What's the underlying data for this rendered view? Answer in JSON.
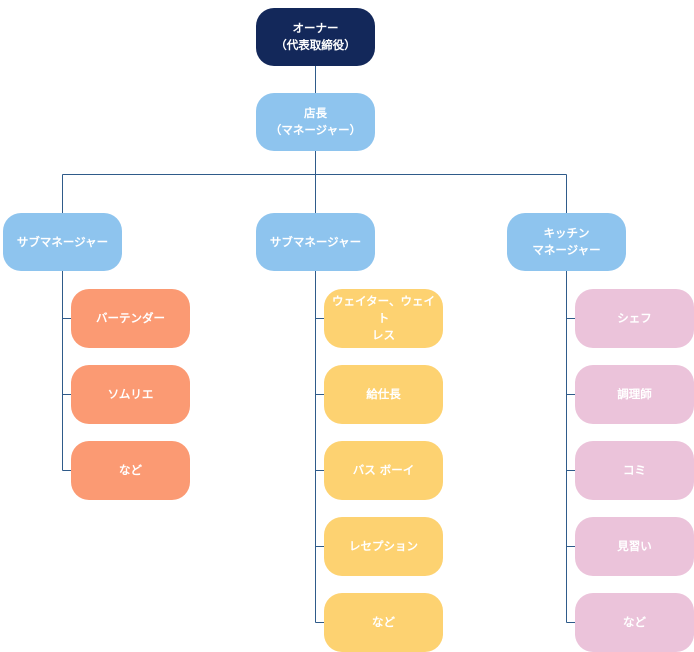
{
  "colors": {
    "owner": "#13285a",
    "manager": "#8ec4ee",
    "bar_staff": "#fb9a73",
    "floor_staff": "#fdd271",
    "kitchen_staff": "#ebc3da",
    "connector": "#2f5b8a"
  },
  "owner": {
    "label": "オーナー\n（代表取締役）"
  },
  "store_manager": {
    "label": "店長\n（マネージャー）"
  },
  "managers": [
    {
      "label": "サブマネージャー"
    },
    {
      "label": "サブマネージャー"
    },
    {
      "label": "キッチン\nマネージャー"
    }
  ],
  "teams": [
    {
      "members": [
        "バーテンダー",
        "ソムリエ",
        "など"
      ]
    },
    {
      "members": [
        "ウェイター、ウェイト\nレス",
        "給仕長",
        "バス ボーイ",
        "レセプション",
        "など"
      ]
    },
    {
      "members": [
        "シェフ",
        "調理師",
        "コミ",
        "見習い",
        "など"
      ]
    }
  ]
}
